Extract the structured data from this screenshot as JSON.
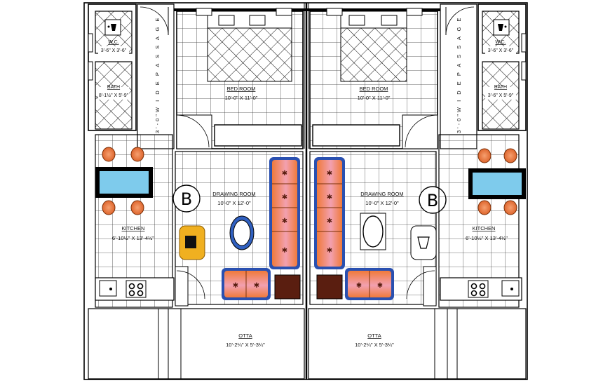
{
  "plan": {
    "tag_left": "B",
    "tag_right": "B",
    "rooms": {
      "wc_left": {
        "name": "W.C.",
        "size": "3'-6\" X 3'-6\""
      },
      "wc_right": {
        "name": "W.C.",
        "size": "3'-6\" X 3'-6\""
      },
      "bath_left": {
        "name": "BATH",
        "size": "8'-1½\" X 5'-9\""
      },
      "bath_right": {
        "name": "BATH",
        "size": "3'-6\" X 5'-9\""
      },
      "bed_left": {
        "name": "BED ROOM",
        "size": "10'-0\" X 11'-0\""
      },
      "bed_right": {
        "name": "BED ROOM",
        "size": "10'-0\" X 11'-0\""
      },
      "drawing_left": {
        "name": "DRAWING ROOM",
        "size": "10'-0\" X 12'-0\""
      },
      "drawing_right": {
        "name": "DRAWING ROOM",
        "size": "10'-0\" X 12'-0\""
      },
      "kitchen_left": {
        "name": "KITCHEN",
        "size": "6'-10½\" X 13'-4½\""
      },
      "kitchen_right": {
        "name": "KITCHEN",
        "size": "6'-10½\" X 13'-4½\""
      },
      "otta_left": {
        "name": "OTTA",
        "size": "10'-2¼\" X 5'-3¼\""
      },
      "otta_right": {
        "name": "OTTA",
        "size": "10'-2¼\" X 5'-3¼\""
      }
    },
    "passage_left": "3'-0\"W I D E P A S S A G E",
    "passage_right": "3'-0\"W I D E P A S S A G E"
  },
  "colors": {
    "line": "#000000",
    "tile": "#3a3a3a",
    "sofa_orange": "#f07a3a",
    "sofa_pink": "#f2a0b0",
    "sofa_blue": "#2a50b0",
    "dining_table": "#7ecbec",
    "chair": "#e8763c",
    "rug": "#5a1e10",
    "armchair_yellow": "#f0b020",
    "table_blue": "#3060c0"
  }
}
